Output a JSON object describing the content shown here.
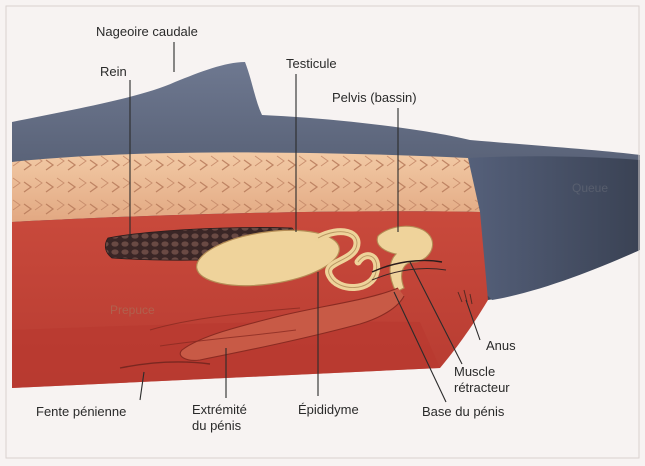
{
  "labels": {
    "nageoire_caudale": "Nageoire caudale",
    "rein": "Rein",
    "testicule": "Testicule",
    "pelvis": "Pelvis (bassin)",
    "prepuce": "Prepuce",
    "anus": "Anus",
    "muscle_retracteur_1": "Muscle",
    "muscle_retracteur_2": "rétracteur",
    "fente_penienne": "Fente pénienne",
    "extremite_1": "Extrémité",
    "extremite_2": "du pénis",
    "epididyme": "Épididyme",
    "base_penis": "Base du pénis",
    "tail_faint": "Queue"
  },
  "colors": {
    "skin_dark": "#4a5466",
    "blubber": "#e8b48e",
    "muscle": "#c9483a",
    "muscle_dark": "#a8352c",
    "organ": "#eed39a",
    "kidney": "#3b2a2a"
  }
}
